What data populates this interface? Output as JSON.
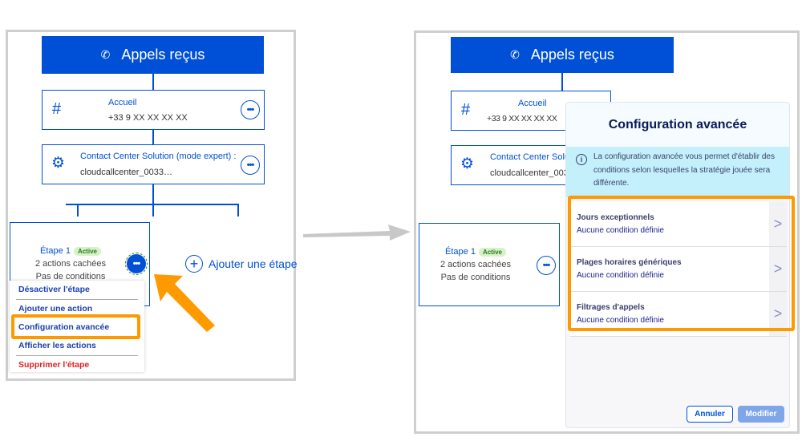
{
  "colors": {
    "primary": "#0050d7",
    "highlight": "#ff9900",
    "danger": "#e02020",
    "info_bg": "#c4f0fb"
  },
  "header": {
    "title": "Appels reçus",
    "icon": "phone-icon"
  },
  "nodes": [
    {
      "title": "Accueil",
      "subtitle": "+33 9 XX XX XX XX",
      "icon": "hash-icon",
      "more": "•••"
    },
    {
      "title": "Contact Center Solution (mode expert) :",
      "subtitle": "cloudcallcenter_0033…",
      "icon": "gear-icon",
      "more": "•••"
    }
  ],
  "right_nodes": [
    {
      "title": "Accueil",
      "subtitle": "+33 9 XX XX XX XX"
    },
    {
      "title": "Contact Center Solu",
      "subtitle": "cloudcallcenter_003"
    }
  ],
  "step": {
    "label": "Étape 1",
    "badge": "Active",
    "line2": "2 actions cachées",
    "line3": "Pas de conditions",
    "more": "•••"
  },
  "add_step": {
    "icon": "+",
    "label": "Ajouter une étape"
  },
  "menu": {
    "items": [
      {
        "label": "Désactiver l'étape"
      },
      {
        "label": "Ajouter une action"
      },
      {
        "label": "Configuration avancée"
      },
      {
        "label": "Afficher les actions"
      },
      {
        "label": "Supprimer l'étape"
      }
    ]
  },
  "modal": {
    "title": "Configuration avancée",
    "info": "La configuration avancée vous permet d'établir des conditions selon lesquelles la stratégie jouée sera différente.",
    "info_icon": "i",
    "rows": [
      {
        "title": "Jours exceptionnels",
        "status": "Aucune condition définie"
      },
      {
        "title": "Plages horaires génériques",
        "status": "Aucune condition définie"
      },
      {
        "title": "Filtrages d'appels",
        "status": "Aucune condition définie"
      }
    ],
    "chevron": ">",
    "cancel": "Annuler",
    "submit": "Modifier"
  }
}
